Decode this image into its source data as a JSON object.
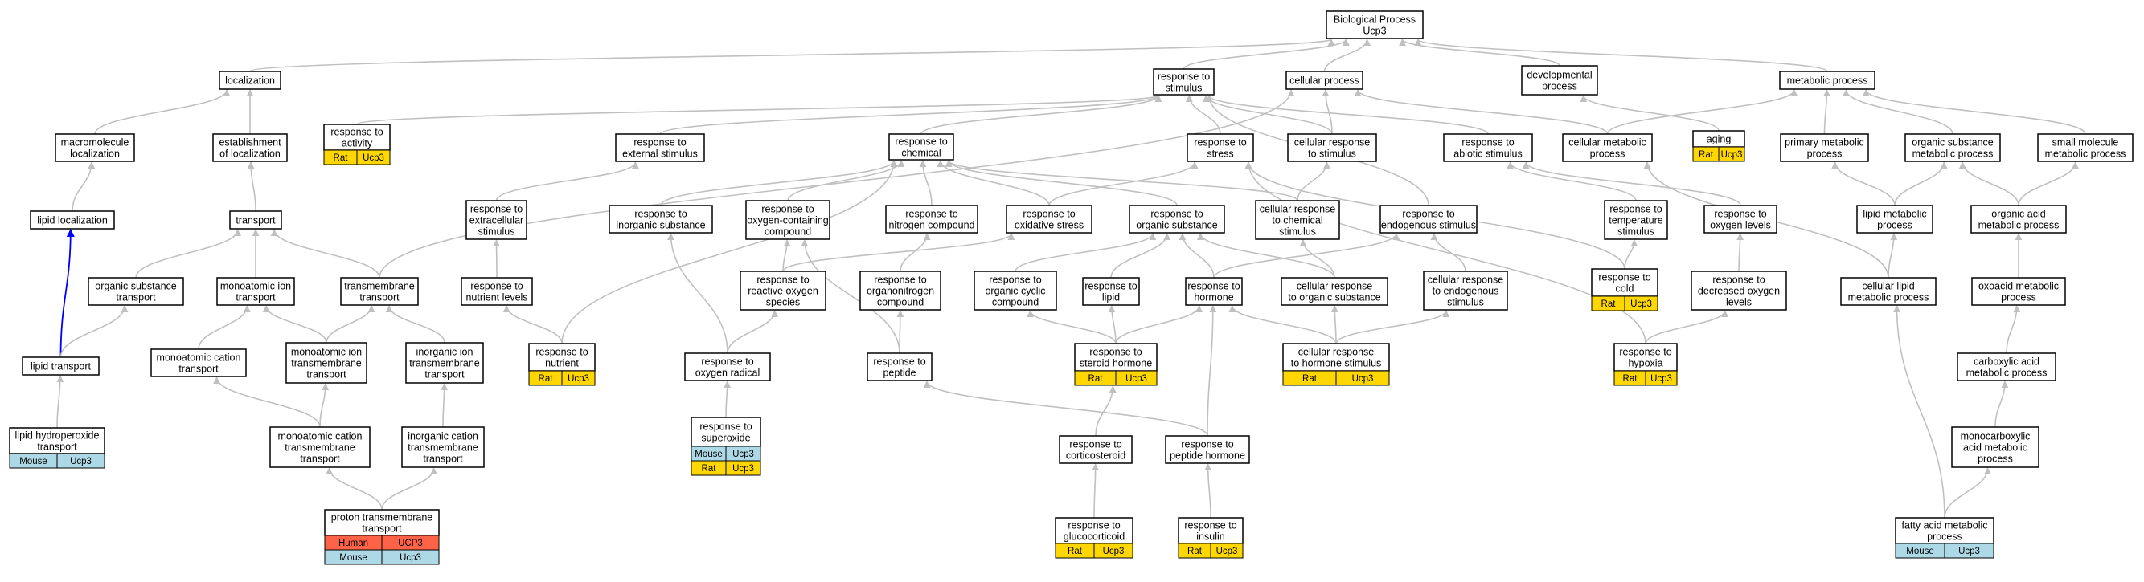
{
  "colors": {
    "edge": "#c0c0c0",
    "highlight_edge": "#0000ff",
    "Rat": "#ffd700",
    "Mouse": "#add8e6",
    "Human": "#ff6347"
  },
  "nodes": {
    "bp": {
      "lines": [
        "Biological Process",
        "Ucp3"
      ]
    },
    "localization": {
      "lines": [
        "localization"
      ]
    },
    "resp_stim": {
      "lines": [
        "response to",
        "stimulus"
      ]
    },
    "cell_proc": {
      "lines": [
        "cellular process"
      ]
    },
    "dev_proc": {
      "lines": [
        "developmental",
        "process"
      ]
    },
    "met_proc": {
      "lines": [
        "metabolic process"
      ]
    },
    "macro_loc": {
      "lines": [
        "macromolecule",
        "localization"
      ]
    },
    "estab_loc": {
      "lines": [
        "establishment",
        "of localization"
      ]
    },
    "resp_activity": {
      "lines": [
        "response to",
        "activity"
      ]
    },
    "resp_ext": {
      "lines": [
        "response to",
        "external stimulus"
      ]
    },
    "resp_chem": {
      "lines": [
        "response to",
        "chemical"
      ]
    },
    "resp_stress": {
      "lines": [
        "response to",
        "stress"
      ]
    },
    "cell_resp_stim": {
      "lines": [
        "cellular response",
        "to stimulus"
      ]
    },
    "resp_abiotic": {
      "lines": [
        "response to",
        "abiotic stimulus"
      ]
    },
    "cell_met": {
      "lines": [
        "cellular metabolic",
        "process"
      ]
    },
    "aging": {
      "lines": [
        "aging"
      ]
    },
    "prim_met": {
      "lines": [
        "primary metabolic",
        "process"
      ]
    },
    "org_sub_met": {
      "lines": [
        "organic substance",
        "metabolic process"
      ]
    },
    "small_mol_met": {
      "lines": [
        "small molecule",
        "metabolic process"
      ]
    },
    "lipid_loc": {
      "lines": [
        "lipid localization"
      ]
    },
    "transport": {
      "lines": [
        "transport"
      ]
    },
    "resp_extracell": {
      "lines": [
        "response to",
        "extracellular",
        "stimulus"
      ]
    },
    "resp_inorg": {
      "lines": [
        "response to",
        "inorganic substance"
      ]
    },
    "resp_oxy_comp": {
      "lines": [
        "response to",
        "oxygen-containing",
        "compound"
      ]
    },
    "resp_nitro": {
      "lines": [
        "response to",
        "nitrogen compound"
      ]
    },
    "resp_oxstress": {
      "lines": [
        "response to",
        "oxidative stress"
      ]
    },
    "resp_org_sub": {
      "lines": [
        "response to",
        "organic substance"
      ]
    },
    "cell_resp_chem": {
      "lines": [
        "cellular response",
        "to chemical",
        "stimulus"
      ]
    },
    "resp_endo": {
      "lines": [
        "response to",
        "endogenous stimulus"
      ]
    },
    "resp_temp": {
      "lines": [
        "response to",
        "temperature",
        "stimulus"
      ]
    },
    "resp_oxlev": {
      "lines": [
        "response to",
        "oxygen levels"
      ]
    },
    "lipid_met": {
      "lines": [
        "lipid metabolic",
        "process"
      ]
    },
    "org_acid_met": {
      "lines": [
        "organic acid",
        "metabolic process"
      ]
    },
    "org_sub_trans": {
      "lines": [
        "organic substance",
        "transport"
      ]
    },
    "mono_ion_trans": {
      "lines": [
        "monoatomic ion",
        "transport"
      ]
    },
    "transmem_trans": {
      "lines": [
        "transmembrane",
        "transport"
      ]
    },
    "resp_nutlev": {
      "lines": [
        "response to",
        "nutrient levels"
      ]
    },
    "resp_ros": {
      "lines": [
        "response to",
        "reactive oxygen",
        "species"
      ]
    },
    "resp_orgnitro": {
      "lines": [
        "response to",
        "organonitrogen",
        "compound"
      ]
    },
    "resp_org_cyc": {
      "lines": [
        "response to",
        "organic cyclic",
        "compound"
      ]
    },
    "resp_lipid": {
      "lines": [
        "response to",
        "lipid"
      ]
    },
    "resp_hormone": {
      "lines": [
        "response to",
        "hormone"
      ]
    },
    "cell_resp_org": {
      "lines": [
        "cellular response",
        "to organic substance"
      ]
    },
    "cell_resp_endo": {
      "lines": [
        "cellular response",
        "to endogenous",
        "stimulus"
      ]
    },
    "resp_cold": {
      "lines": [
        "response to",
        "cold"
      ]
    },
    "resp_decox": {
      "lines": [
        "response to",
        "decreased oxygen",
        "levels"
      ]
    },
    "cell_lipid_met": {
      "lines": [
        "cellular lipid",
        "metabolic process"
      ]
    },
    "oxoacid_met": {
      "lines": [
        "oxoacid metabolic",
        "process"
      ]
    },
    "lipid_transport": {
      "lines": [
        "lipid transport"
      ]
    },
    "mono_cat_trans": {
      "lines": [
        "monoatomic cation",
        "transport"
      ]
    },
    "mono_ion_tm": {
      "lines": [
        "monoatomic ion",
        "transmembrane",
        "transport"
      ]
    },
    "inorg_ion_tm": {
      "lines": [
        "inorganic ion",
        "transmembrane",
        "transport"
      ]
    },
    "resp_nutrient": {
      "lines": [
        "response to",
        "nutrient"
      ]
    },
    "resp_oxrad": {
      "lines": [
        "response to",
        "oxygen radical"
      ]
    },
    "resp_peptide": {
      "lines": [
        "response to",
        "peptide"
      ]
    },
    "resp_steroid": {
      "lines": [
        "response to",
        "steroid hormone"
      ]
    },
    "cell_resp_horm": {
      "lines": [
        "cellular response",
        "to hormone stimulus"
      ]
    },
    "resp_hypoxia": {
      "lines": [
        "response to",
        "hypoxia"
      ]
    },
    "carbox_met": {
      "lines": [
        "carboxylic acid",
        "metabolic process"
      ]
    },
    "lipid_hydro": {
      "lines": [
        "lipid hydroperoxide",
        "transport"
      ]
    },
    "mono_cat_tm": {
      "lines": [
        "monoatomic cation",
        "transmembrane",
        "transport"
      ]
    },
    "inorg_cat_tm": {
      "lines": [
        "inorganic cation",
        "transmembrane",
        "transport"
      ]
    },
    "resp_superox": {
      "lines": [
        "response to",
        "superoxide"
      ]
    },
    "resp_cortico": {
      "lines": [
        "response to",
        "corticosteroid"
      ]
    },
    "resp_pep_horm": {
      "lines": [
        "response to",
        "peptide hormone"
      ]
    },
    "monocarbox_met": {
      "lines": [
        "monocarboxylic",
        "acid metabolic",
        "process"
      ]
    },
    "proton_tm": {
      "lines": [
        "proton transmembrane",
        "transport"
      ]
    },
    "resp_gluco": {
      "lines": [
        "response to",
        "glucocorticoid"
      ]
    },
    "resp_insulin": {
      "lines": [
        "response to",
        "insulin"
      ]
    },
    "fatty_acid_met": {
      "lines": [
        "fatty acid metabolic",
        "process"
      ]
    }
  },
  "annotations": {
    "resp_activity": [
      [
        "Rat",
        "Ucp3"
      ]
    ],
    "aging": [
      [
        "Rat",
        "Ucp3"
      ]
    ],
    "resp_cold": [
      [
        "Rat",
        "Ucp3"
      ]
    ],
    "resp_nutrient": [
      [
        "Rat",
        "Ucp3"
      ]
    ],
    "resp_steroid": [
      [
        "Rat",
        "Ucp3"
      ]
    ],
    "cell_resp_horm": [
      [
        "Rat",
        "Ucp3"
      ]
    ],
    "resp_hypoxia": [
      [
        "Rat",
        "Ucp3"
      ]
    ],
    "lipid_hydro": [
      [
        "Mouse",
        "Ucp3"
      ]
    ],
    "resp_superox": [
      [
        "Mouse",
        "Ucp3"
      ],
      [
        "Rat",
        "Ucp3"
      ]
    ],
    "proton_tm": [
      [
        "Human",
        "UCP3"
      ],
      [
        "Mouse",
        "Ucp3"
      ]
    ],
    "resp_gluco": [
      [
        "Rat",
        "Ucp3"
      ]
    ],
    "resp_insulin": [
      [
        "Rat",
        "Ucp3"
      ]
    ],
    "fatty_acid_met": [
      [
        "Mouse",
        "Ucp3"
      ]
    ]
  },
  "edges": [
    [
      "localization",
      "bp"
    ],
    [
      "resp_stim",
      "bp"
    ],
    [
      "cell_proc",
      "bp"
    ],
    [
      "dev_proc",
      "bp"
    ],
    [
      "met_proc",
      "bp"
    ],
    [
      "macro_loc",
      "localization"
    ],
    [
      "estab_loc",
      "localization"
    ],
    [
      "resp_activity",
      "resp_stim"
    ],
    [
      "resp_ext",
      "resp_stim"
    ],
    [
      "resp_chem",
      "resp_stim"
    ],
    [
      "resp_stress",
      "resp_stim"
    ],
    [
      "cell_resp_stim",
      "resp_stim"
    ],
    [
      "cell_resp_stim",
      "cell_proc"
    ],
    [
      "resp_abiotic",
      "resp_stim"
    ],
    [
      "cell_met",
      "cell_proc"
    ],
    [
      "cell_met",
      "met_proc"
    ],
    [
      "aging",
      "dev_proc"
    ],
    [
      "prim_met",
      "met_proc"
    ],
    [
      "org_sub_met",
      "met_proc"
    ],
    [
      "small_mol_met",
      "met_proc"
    ],
    [
      "lipid_loc",
      "macro_loc"
    ],
    [
      "transport",
      "estab_loc"
    ],
    [
      "resp_extracell",
      "resp_ext"
    ],
    [
      "resp_inorg",
      "resp_chem"
    ],
    [
      "resp_oxy_comp",
      "resp_chem"
    ],
    [
      "resp_nitro",
      "resp_chem"
    ],
    [
      "resp_oxstress",
      "resp_stress"
    ],
    [
      "resp_oxstress",
      "resp_chem"
    ],
    [
      "resp_org_sub",
      "resp_chem"
    ],
    [
      "cell_resp_chem",
      "cell_resp_stim"
    ],
    [
      "cell_resp_chem",
      "resp_chem"
    ],
    [
      "resp_endo",
      "resp_stim"
    ],
    [
      "resp_temp",
      "resp_abiotic"
    ],
    [
      "resp_oxlev",
      "resp_abiotic"
    ],
    [
      "lipid_met",
      "prim_met"
    ],
    [
      "lipid_met",
      "org_sub_met"
    ],
    [
      "org_acid_met",
      "org_sub_met"
    ],
    [
      "org_acid_met",
      "small_mol_met"
    ],
    [
      "org_sub_trans",
      "transport"
    ],
    [
      "mono_ion_trans",
      "transport"
    ],
    [
      "transmem_trans",
      "transport"
    ],
    [
      "transmem_trans",
      "cell_proc"
    ],
    [
      "resp_nutlev",
      "resp_extracell"
    ],
    [
      "resp_ros",
      "resp_oxy_comp"
    ],
    [
      "resp_ros",
      "resp_oxstress"
    ],
    [
      "resp_orgnitro",
      "resp_nitro"
    ],
    [
      "resp_org_cyc",
      "resp_org_sub"
    ],
    [
      "resp_lipid",
      "resp_org_sub"
    ],
    [
      "resp_hormone",
      "resp_org_sub"
    ],
    [
      "resp_hormone",
      "resp_endo"
    ],
    [
      "cell_resp_org",
      "cell_resp_chem"
    ],
    [
      "cell_resp_org",
      "resp_org_sub"
    ],
    [
      "cell_resp_endo",
      "resp_endo"
    ],
    [
      "resp_cold",
      "resp_temp"
    ],
    [
      "resp_cold",
      "resp_stress"
    ],
    [
      "resp_decox",
      "resp_oxlev"
    ],
    [
      "cell_lipid_met",
      "lipid_met"
    ],
    [
      "cell_lipid_met",
      "cell_met"
    ],
    [
      "oxoacid_met",
      "org_acid_met"
    ],
    [
      "lipid_transport",
      "lipid_loc"
    ],
    [
      "lipid_transport",
      "org_sub_trans"
    ],
    [
      "mono_cat_trans",
      "mono_ion_trans"
    ],
    [
      "mono_ion_tm",
      "mono_ion_trans"
    ],
    [
      "mono_ion_tm",
      "transmem_trans"
    ],
    [
      "inorg_ion_tm",
      "transmem_trans"
    ],
    [
      "resp_nutrient",
      "resp_nutlev"
    ],
    [
      "resp_nutrient",
      "resp_chem"
    ],
    [
      "resp_oxrad",
      "resp_ros"
    ],
    [
      "resp_oxrad",
      "resp_inorg"
    ],
    [
      "resp_peptide",
      "resp_orgnitro"
    ],
    [
      "resp_peptide",
      "resp_oxy_comp"
    ],
    [
      "resp_steroid",
      "resp_lipid"
    ],
    [
      "resp_steroid",
      "resp_hormone"
    ],
    [
      "resp_steroid",
      "resp_org_cyc"
    ],
    [
      "cell_resp_horm",
      "resp_hormone"
    ],
    [
      "cell_resp_horm",
      "cell_resp_org"
    ],
    [
      "cell_resp_horm",
      "cell_resp_endo"
    ],
    [
      "resp_hypoxia",
      "resp_decox"
    ],
    [
      "resp_hypoxia",
      "resp_stress"
    ],
    [
      "carbox_met",
      "oxoacid_met"
    ],
    [
      "lipid_hydro",
      "lipid_transport"
    ],
    [
      "mono_cat_tm",
      "mono_cat_trans"
    ],
    [
      "mono_cat_tm",
      "mono_ion_tm"
    ],
    [
      "inorg_cat_tm",
      "inorg_ion_tm"
    ],
    [
      "resp_superox",
      "resp_oxrad"
    ],
    [
      "resp_cortico",
      "resp_steroid"
    ],
    [
      "resp_pep_horm",
      "resp_peptide"
    ],
    [
      "resp_pep_horm",
      "resp_hormone"
    ],
    [
      "monocarbox_met",
      "carbox_met"
    ],
    [
      "proton_tm",
      "mono_cat_tm"
    ],
    [
      "proton_tm",
      "inorg_cat_tm"
    ],
    [
      "resp_gluco",
      "resp_cortico"
    ],
    [
      "resp_insulin",
      "resp_pep_horm"
    ],
    [
      "fatty_acid_met",
      "monocarbox_met"
    ],
    [
      "fatty_acid_met",
      "cell_lipid_met"
    ]
  ],
  "highlight_edges": [
    [
      "lipid_transport",
      "lipid_loc"
    ]
  ]
}
